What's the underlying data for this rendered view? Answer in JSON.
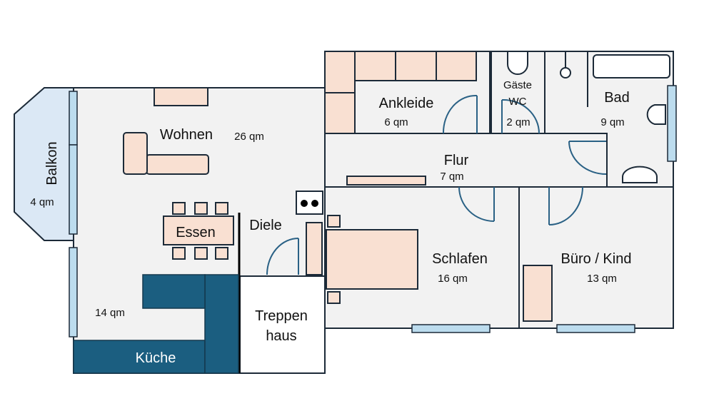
{
  "colors": {
    "floor": "#f2f2f2",
    "furniture": "#f9e0d2",
    "window": "#bcdcee",
    "balcony": "#dbe8f5",
    "kitchen": "#1b5e80",
    "door": "#2a6185",
    "wall": "#1c2a38"
  },
  "rooms": {
    "balkon": {
      "name": "Balkon",
      "area": "4 qm"
    },
    "wohnen": {
      "name": "Wohnen",
      "area": "26 qm"
    },
    "essen": {
      "name": "Essen"
    },
    "kueche": {
      "name": "Küche",
      "area": "14 qm"
    },
    "diele": {
      "name": "Diele"
    },
    "treppenhaus": {
      "name_line1": "Treppen",
      "name_line2": "haus"
    },
    "ankleide": {
      "name": "Ankleide",
      "area": "6 qm"
    },
    "gaeste_wc": {
      "name_line1": "Gäste",
      "name_line2": "WC",
      "area": "2 qm"
    },
    "bad": {
      "name": "Bad",
      "area": "9 qm"
    },
    "flur": {
      "name": "Flur",
      "area": "7 qm"
    },
    "schlafen": {
      "name": "Schlafen",
      "area": "16 qm"
    },
    "buero": {
      "name": "Büro / Kind",
      "area": "13 qm"
    }
  }
}
